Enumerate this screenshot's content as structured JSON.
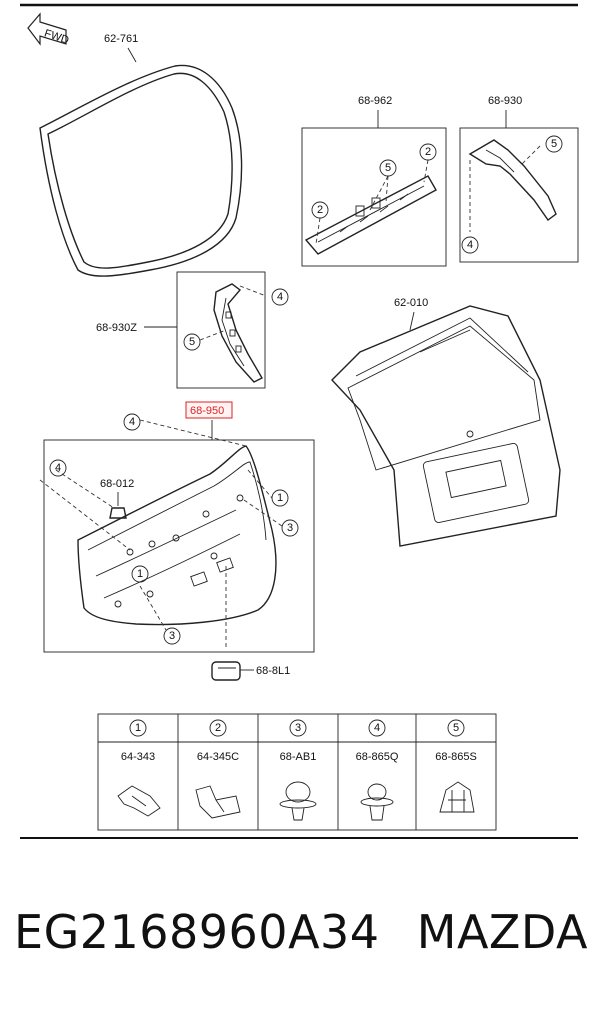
{
  "fwd_label": "FWD",
  "part_labels": {
    "weatherstrip": "62-761",
    "garnish_upper": "68-962",
    "trim_side_right": "68-930",
    "trim_side_left": "68-930Z",
    "liftgate": "62-010",
    "trim_lower": "68-950",
    "fastener_clip": "68-012",
    "grip": "68-8L1"
  },
  "callout_numbers": [
    "1",
    "2",
    "3",
    "4",
    "5"
  ],
  "legend": [
    {
      "num": "1",
      "part": "64-343"
    },
    {
      "num": "2",
      "part": "64-345C"
    },
    {
      "num": "3",
      "part": "68-AB1"
    },
    {
      "num": "4",
      "part": "68-865Q"
    },
    {
      "num": "5",
      "part": "68-865S"
    }
  ],
  "footer": {
    "part_number": "EG2168960A34",
    "brand": "MAZDA"
  },
  "colors": {
    "highlight": "#d22222",
    "line": "#222222"
  }
}
